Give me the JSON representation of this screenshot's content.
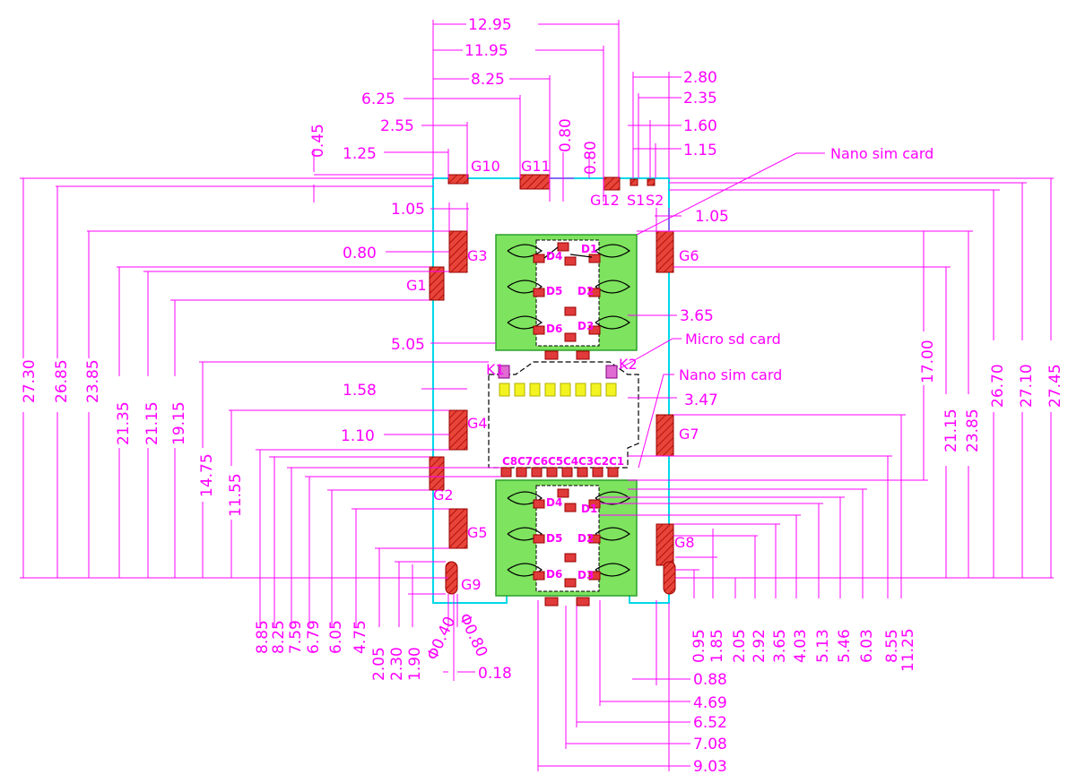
{
  "labels": {
    "nano_sim_top": "Nano sim card",
    "micro_sd": "Micro sd card",
    "nano_sim_bottom": "Nano sim card"
  },
  "pads": {
    "g1": "G1",
    "g2": "G2",
    "g3": "G3",
    "g4": "G4",
    "g5": "G5",
    "g6": "G6",
    "g7": "G7",
    "g8": "G8",
    "g9": "G9",
    "g10": "G10",
    "g11": "G11",
    "g12": "G12",
    "s1": "S1",
    "s2": "S2",
    "k1": "K1",
    "k2": "K2",
    "d1": "D1",
    "d2": "D2",
    "d3": "D3",
    "d4": "D4",
    "d5": "D5",
    "d6": "D6",
    "c1": "C1",
    "c2": "C2",
    "c3": "C3",
    "c4": "C4",
    "c5": "C5",
    "c6": "C6",
    "c7": "C7",
    "c8": "C8"
  },
  "dims_top": {
    "d12_95": "12.95",
    "d11_95": "11.95",
    "d8_25": "8.25",
    "d6_25": "6.25",
    "d2_55": "2.55",
    "d1_25": "1.25",
    "d0_45": "0.45",
    "d0_80a": "0.80",
    "d0_80b": "0.80",
    "d2_80": "2.80",
    "d2_35": "2.35",
    "d1_60": "1.60",
    "d1_15": "1.15"
  },
  "dims_mid": {
    "d1_05l": "1.05",
    "d1_05r": "1.05",
    "d0_80l": "0.80",
    "d3_65": "3.65",
    "d5_05": "5.05",
    "d1_58": "1.58",
    "d3_47": "3.47",
    "d1_10": "1.10"
  },
  "dims_left": [
    "27.30",
    "26.85",
    "23.85",
    "21.35",
    "21.15",
    "19.15",
    "14.75",
    "11.55"
  ],
  "dims_right": [
    "17.00",
    "21.15",
    "23.85",
    "26.70",
    "27.10",
    "27.45"
  ],
  "dims_bottom_left": [
    "8.85",
    "8.25",
    "7.59",
    "6.79",
    "6.05",
    "4.75",
    "2.05",
    "2.30",
    "1.90"
  ],
  "dims_bottom_right": [
    "0.95",
    "1.85",
    "2.05",
    "2.92",
    "3.65",
    "4.03",
    "5.13",
    "5.46",
    "6.03",
    "8.55",
    "11.25"
  ],
  "dims_bottom": {
    "phi040": "Φ0.40",
    "phi080": "Φ0.80",
    "d0_18": "0.18",
    "d0_88": "0.88",
    "d4_69": "4.69",
    "d6_52": "6.52",
    "d7_08": "7.08",
    "d9_03": "9.03"
  }
}
